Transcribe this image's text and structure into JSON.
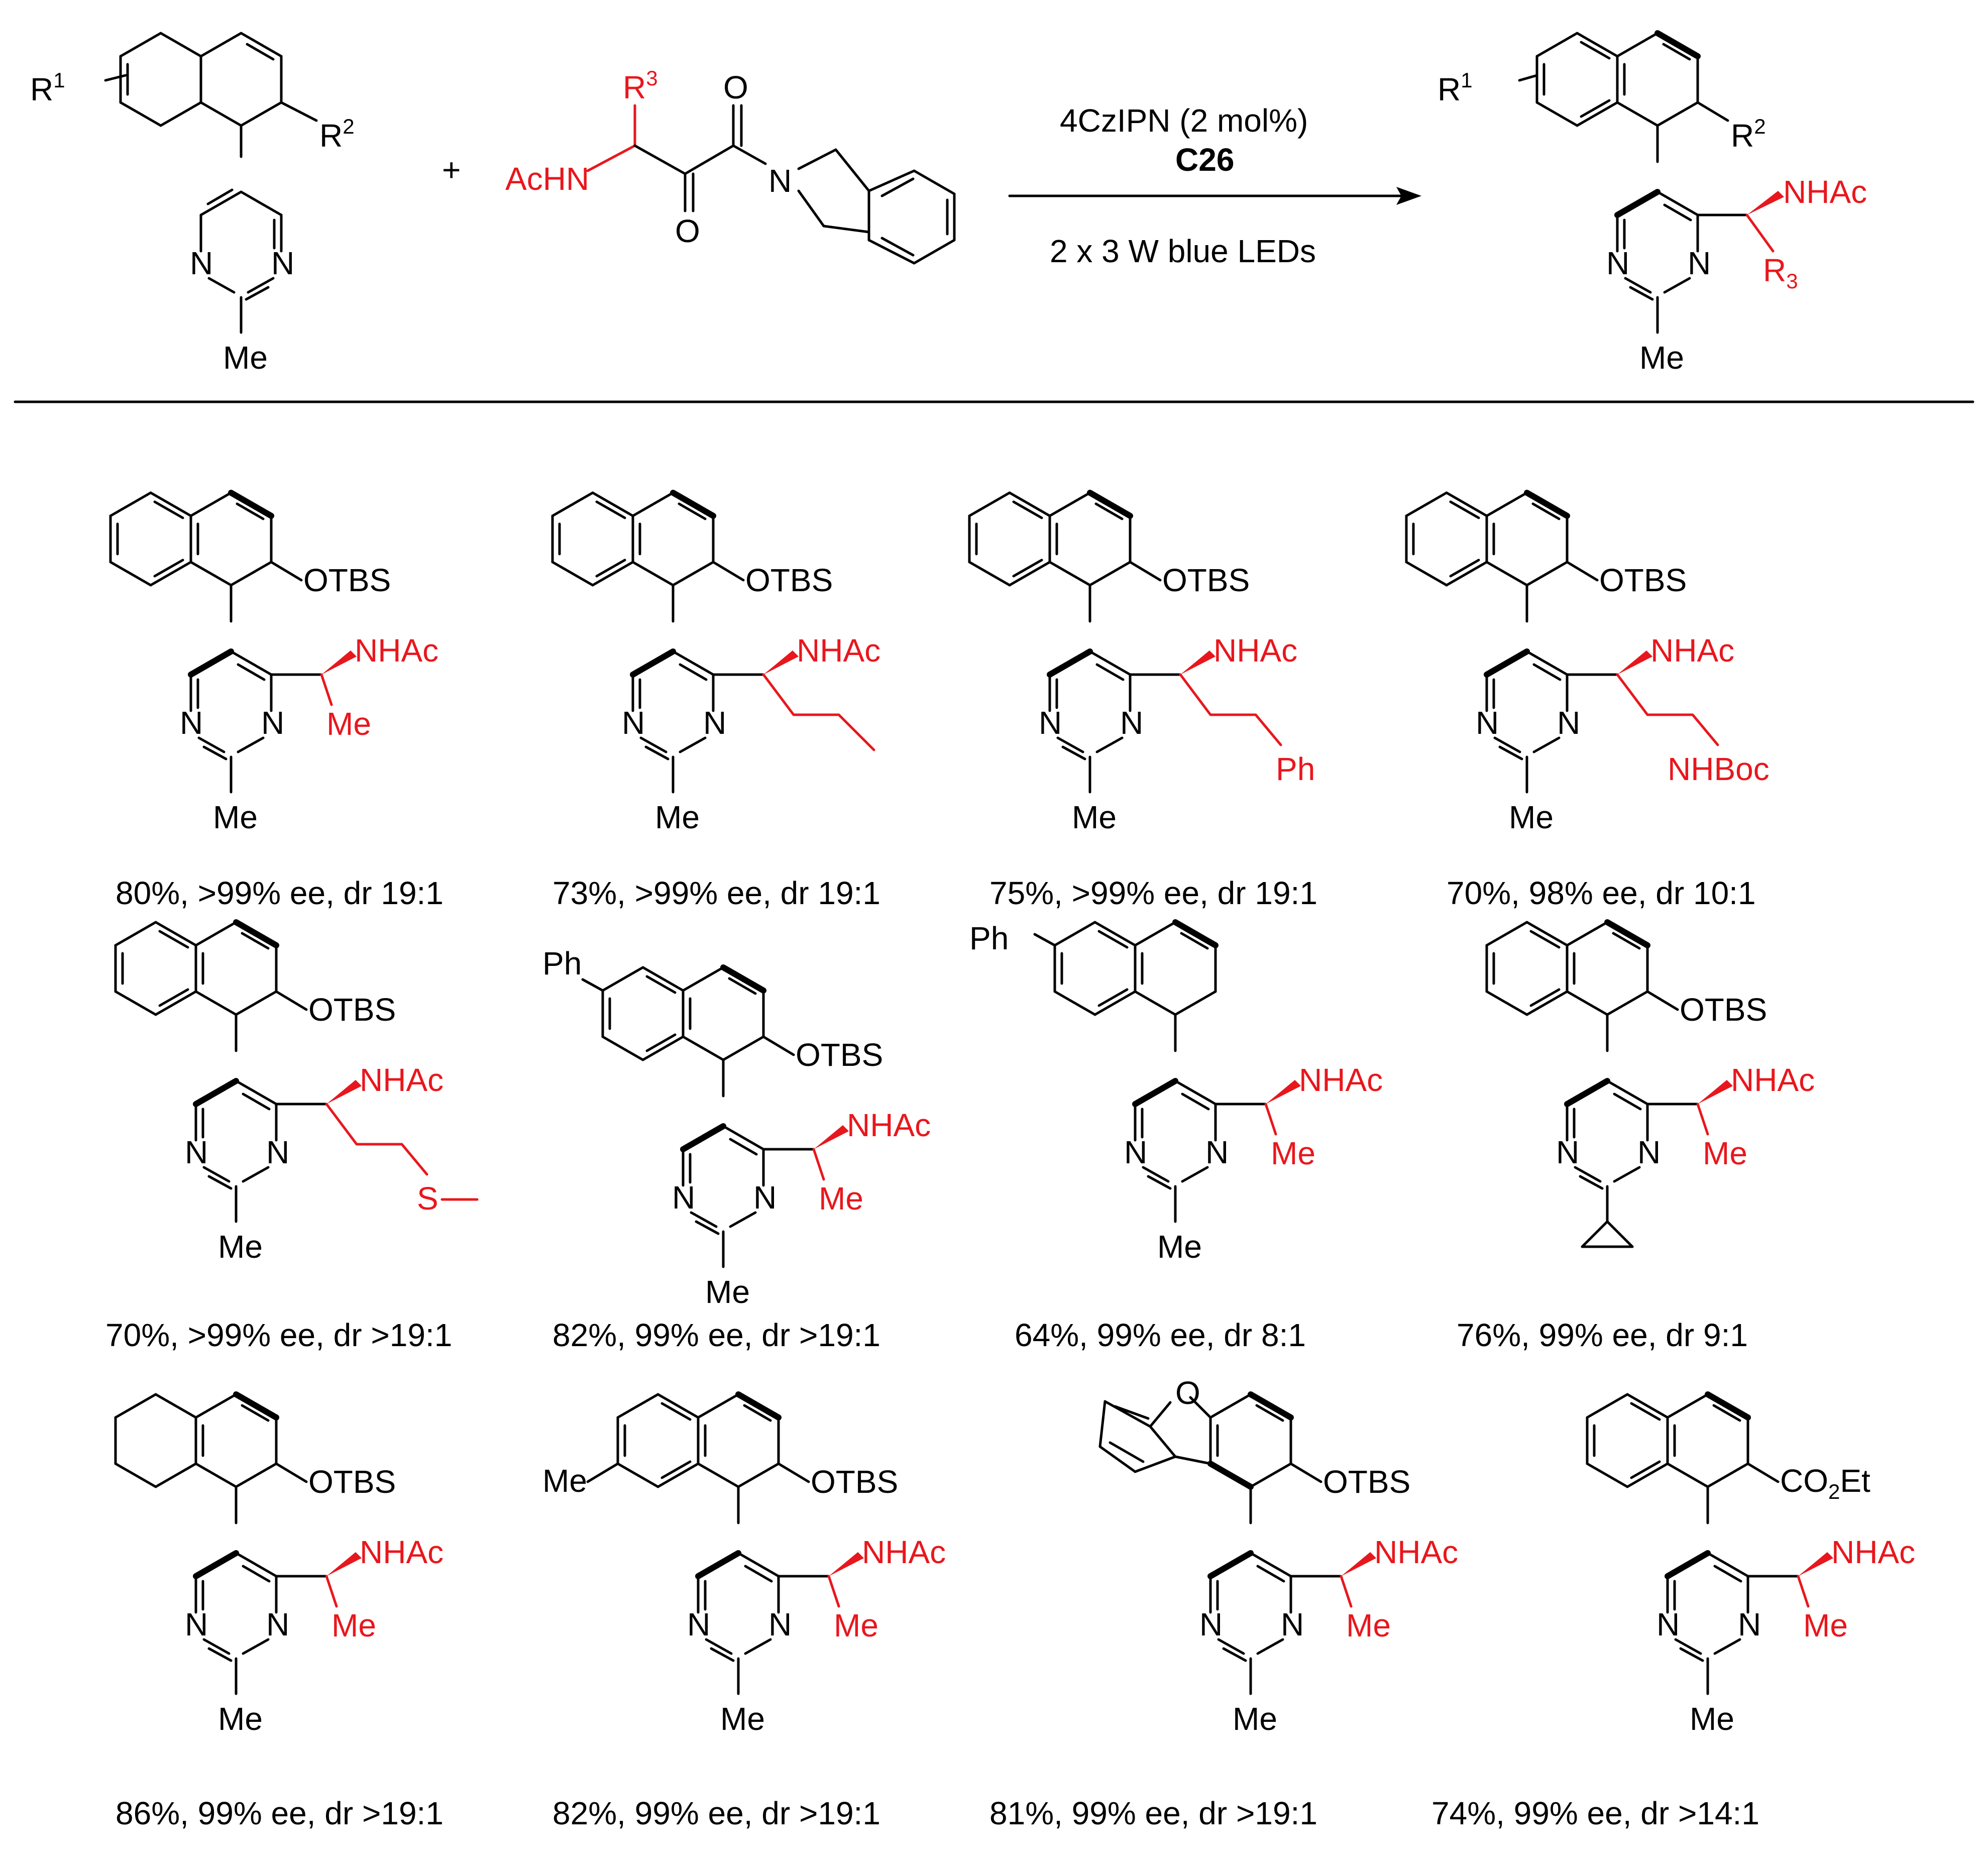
{
  "atoms": {
    "r1": "R",
    "r1_sup": "1",
    "r2": "R",
    "r2_sup": "2",
    "r3": "R",
    "r3_sup": "3",
    "r3_prod": "R",
    "r3_prod_sub": "3",
    "acnh": "AcHN",
    "n": "N",
    "o": "O",
    "me": "Me",
    "s": "S",
    "ph": "Ph",
    "nhac": "NHAc",
    "otbs": "OTBS",
    "nhboc": "NHBoc",
    "co2et_a": "CO",
    "co2et_sub": "2",
    "co2et_b": "Et",
    "plus": "+"
  },
  "conditions": {
    "catalyst": "4CzIPN (2 mol%)",
    "ligand": "C26",
    "light": "2 x 3 W blue LEDs"
  },
  "products": [
    {
      "result": "80%, >99% ee, dr 19:1"
    },
    {
      "result": "73%, >99% ee, dr 19:1"
    },
    {
      "result": "75%, >99% ee, dr 19:1"
    },
    {
      "result": "70%, 98% ee, dr 10:1"
    },
    {
      "result": "70%, >99% ee, dr >19:1"
    },
    {
      "result": "82%, 99% ee, dr >19:1"
    },
    {
      "result": "64%, 99% ee, dr 8:1"
    },
    {
      "result": "76%, 99% ee, dr 9:1"
    },
    {
      "result": "86%, 99% ee, dr >19:1"
    },
    {
      "result": "82%, 99% ee, dr >19:1"
    },
    {
      "result": "81%, 99% ee, dr >19:1"
    },
    {
      "result": "74%, 99% ee, dr >14:1"
    }
  ],
  "colors": {
    "bond": "#000000",
    "highlight": "#e8171d"
  }
}
